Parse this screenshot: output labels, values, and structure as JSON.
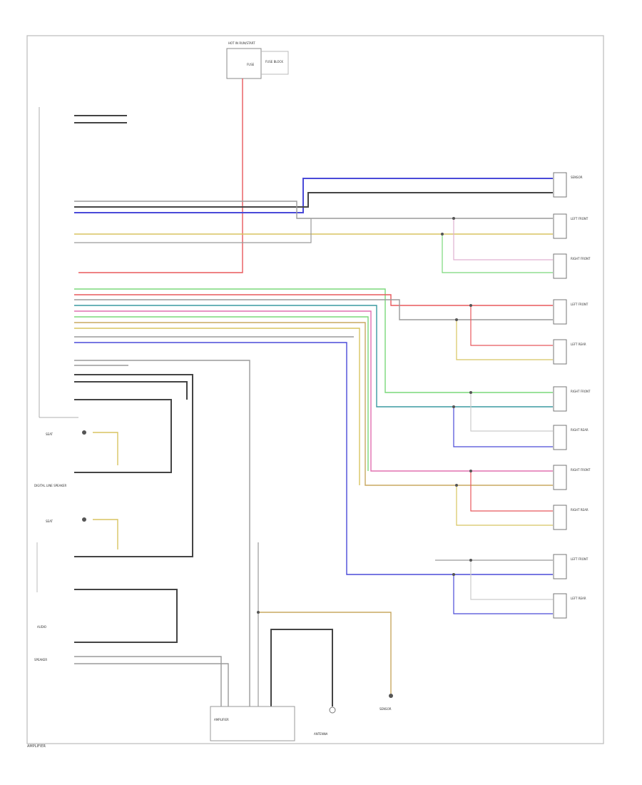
{
  "diagram": {
    "top_fuse": {
      "box_label": "HOT IN RUN/START",
      "fuse_label": "FUSE",
      "note": "FUSE BLOCK"
    },
    "wire_colors": {
      "red": "#e8585c",
      "blue": "#4a4ad8",
      "black": "#444444",
      "gray": "#9a9a9a",
      "yellow": "#d8c460",
      "green": "#7ad87a",
      "violet": "#9a6ad8",
      "teal": "#3a9aa0",
      "pink": "#e070b0",
      "tan": "#c8a860"
    },
    "right_components": [
      {
        "label": "SENSOR"
      },
      {
        "label": "LEFT FRONT"
      },
      {
        "label": "RIGHT FRONT"
      },
      {
        "label": "LEFT FRONT"
      },
      {
        "label": "LEFT REAR"
      },
      {
        "label": "RIGHT FRONT"
      },
      {
        "label": "RIGHT REAR"
      },
      {
        "label": "RIGHT FRONT"
      },
      {
        "label": "RIGHT REAR"
      },
      {
        "label": "LEFT FRONT"
      },
      {
        "label": "LEFT REAR"
      }
    ],
    "left_components": [
      {
        "label": "SEAT"
      },
      {
        "label": "DIGITAL LINE SPEAKER"
      },
      {
        "label": "SEAT"
      },
      {
        "label": "AUDIO"
      },
      {
        "label": "SPEAKER"
      }
    ],
    "bottom_components": [
      {
        "label": "ANTENNA"
      },
      {
        "label": "AMPLIFIER"
      },
      {
        "label": "SENSOR"
      }
    ],
    "footer": "AMPLIFIER"
  }
}
